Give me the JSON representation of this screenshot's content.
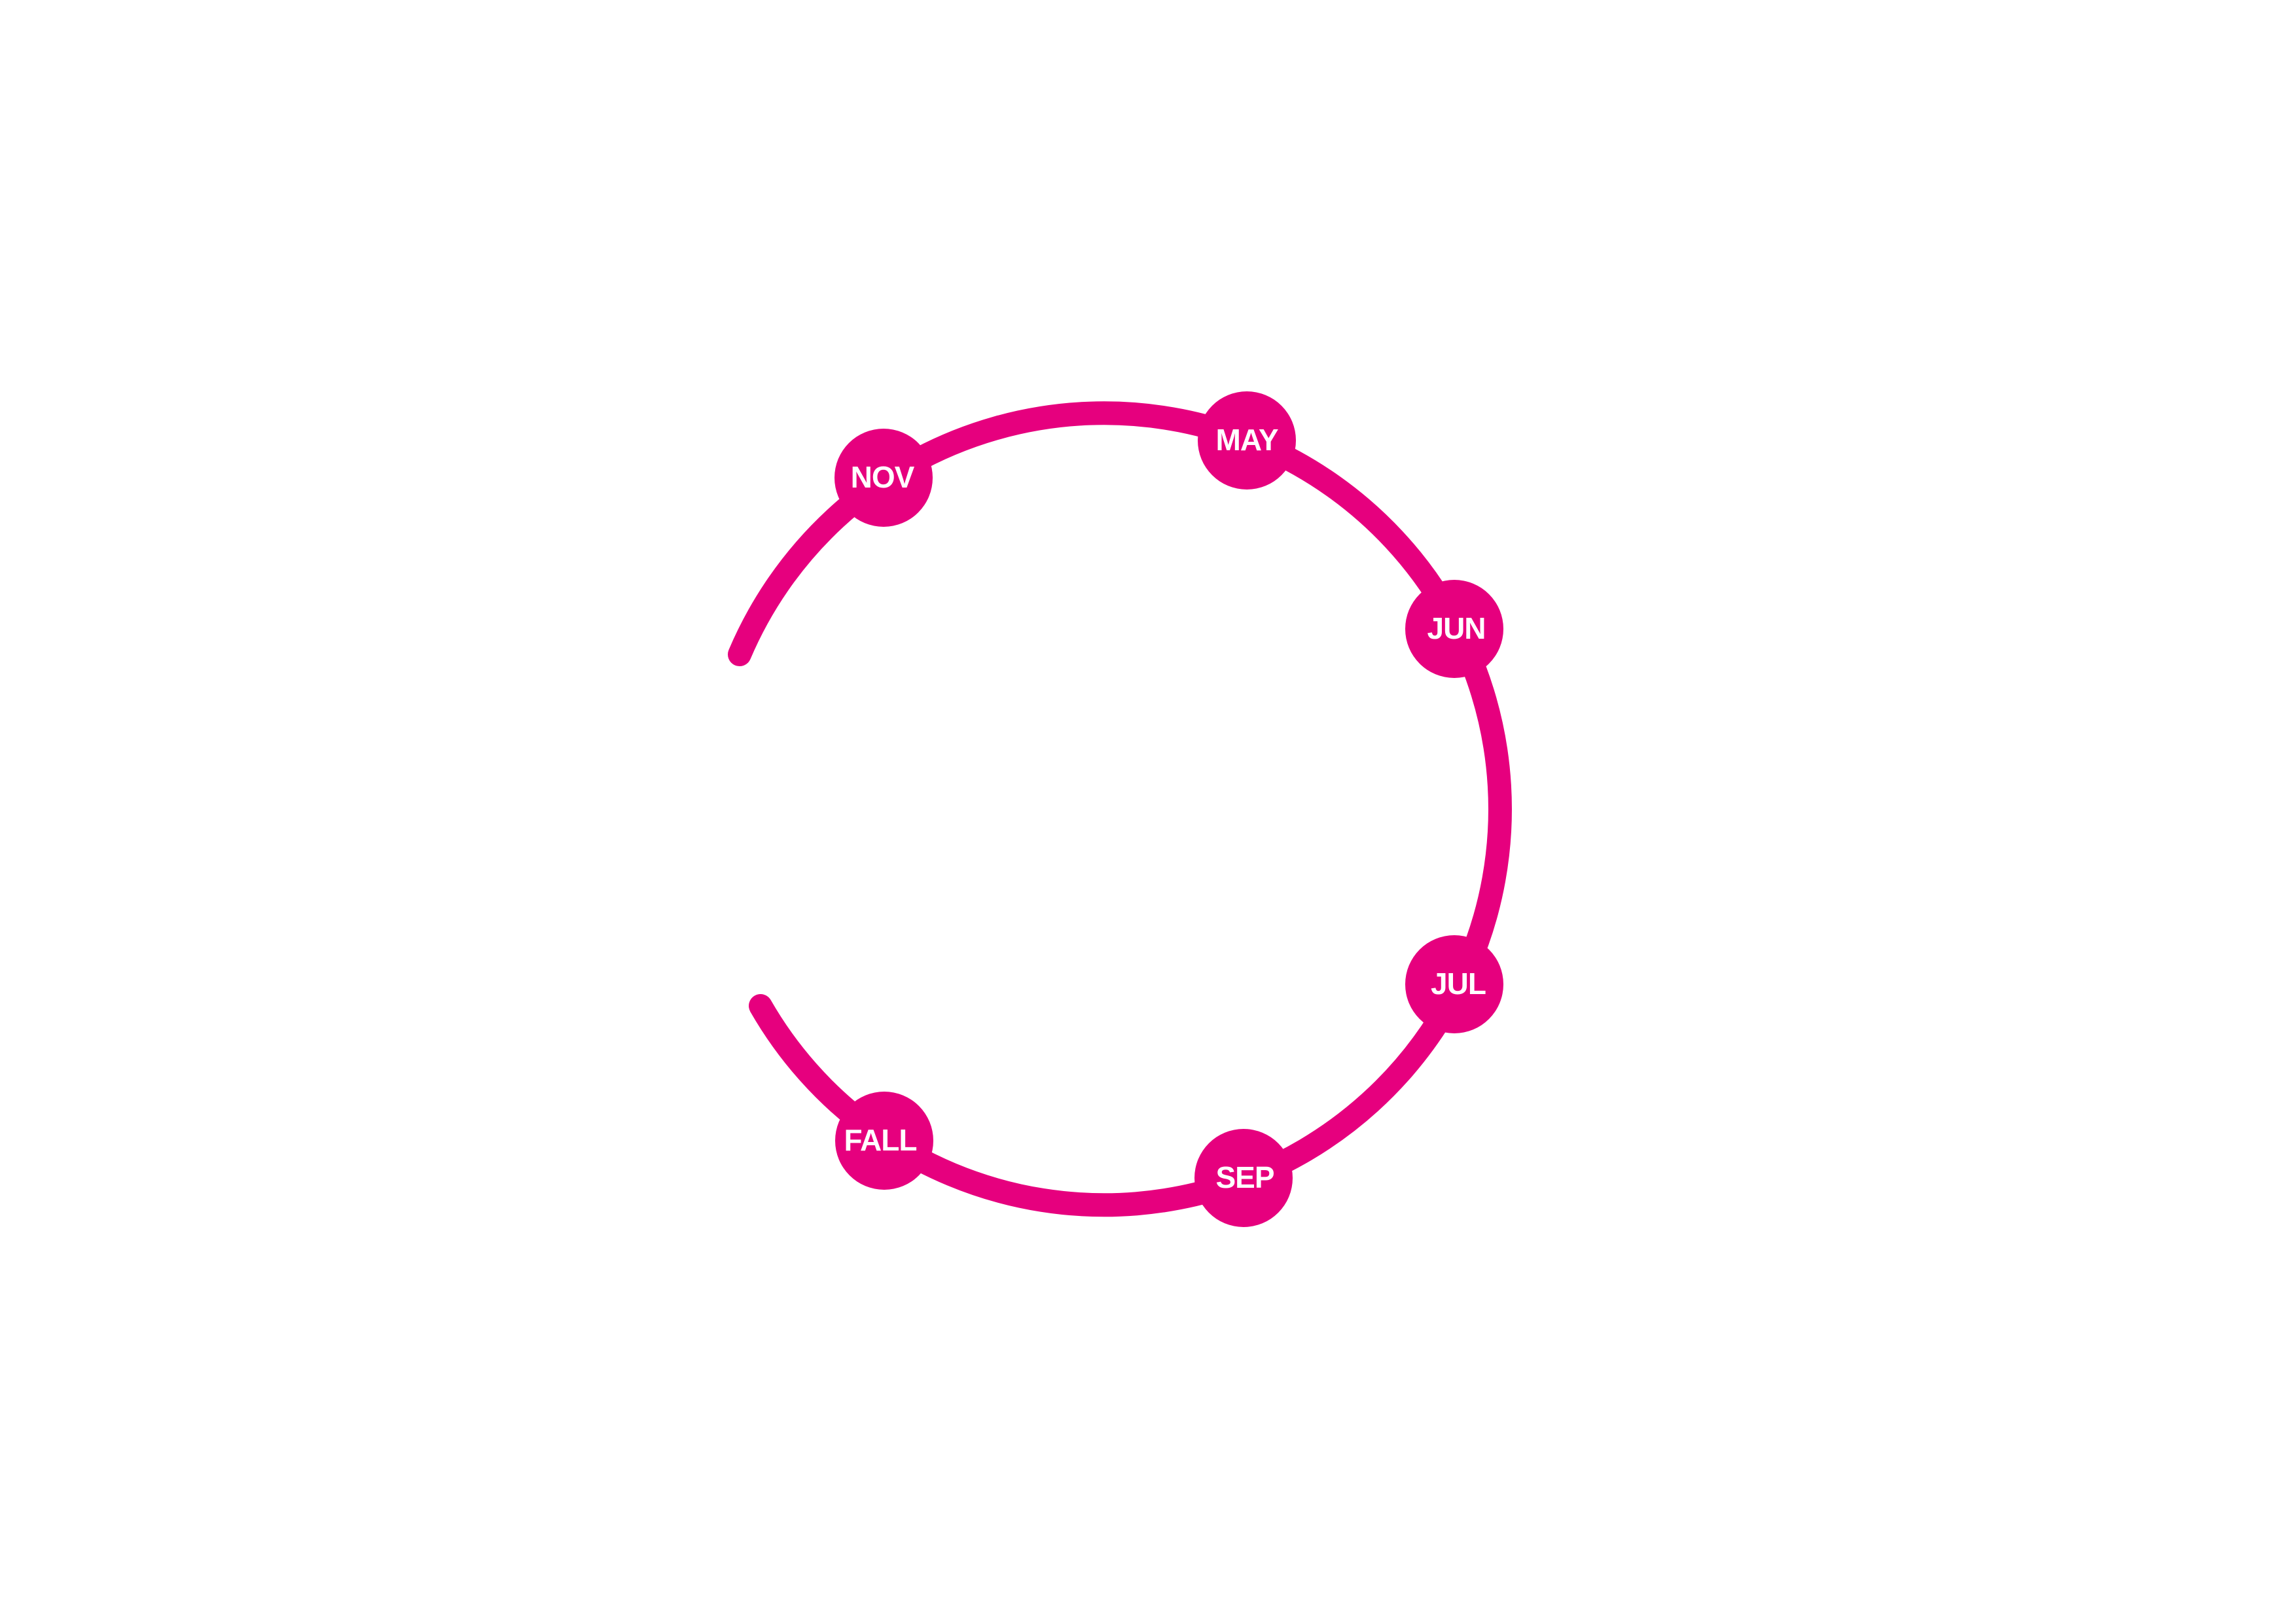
{
  "colors": {
    "accent": "#E6007E",
    "background": "#FFFFFF",
    "label": "#FFFFFF"
  },
  "cycle": {
    "nodes": [
      {
        "id": "nov",
        "label": "NOV"
      },
      {
        "id": "may",
        "label": "MAY"
      },
      {
        "id": "jun",
        "label": "JUN"
      },
      {
        "id": "jul",
        "label": "JUL"
      },
      {
        "id": "sep",
        "label": "SEP"
      },
      {
        "id": "fall",
        "label": "FALL"
      }
    ]
  }
}
